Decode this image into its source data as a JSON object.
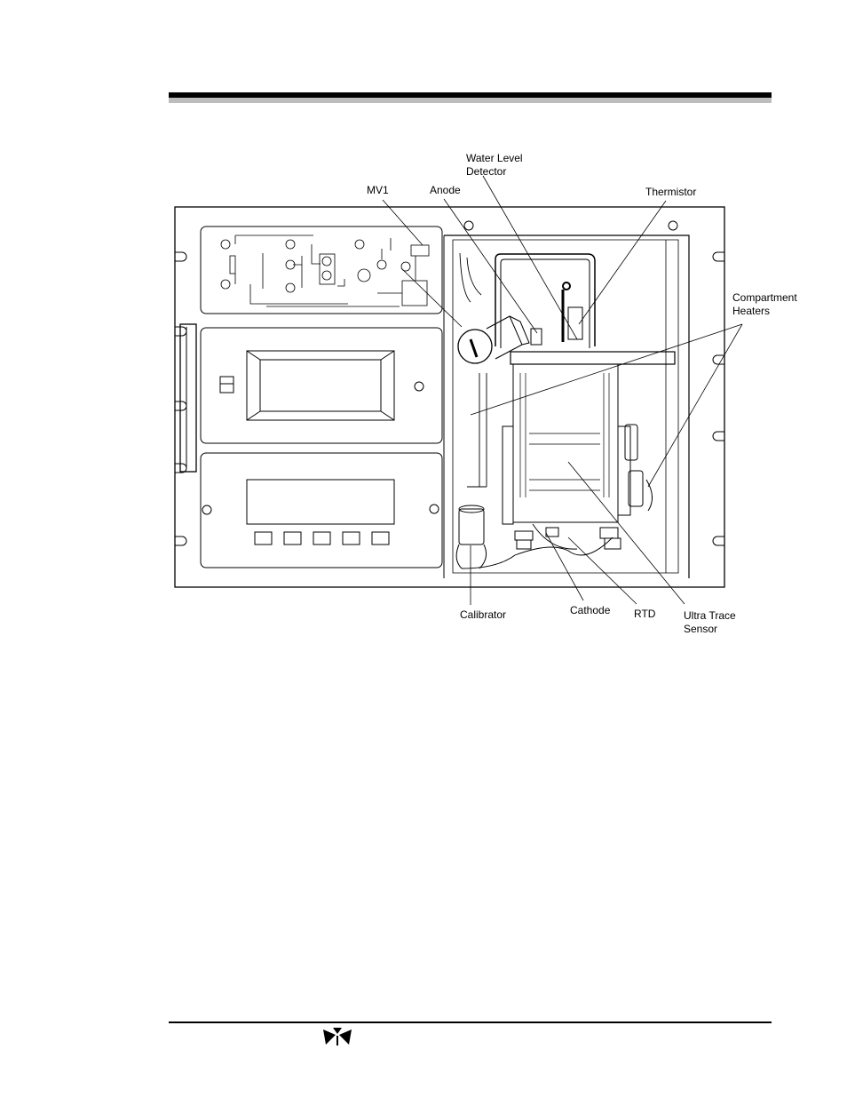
{
  "figure": {
    "labels": {
      "water_level_detector": "Water Level\nDetector",
      "mv1": "MV1",
      "anode": "Anode",
      "thermistor": "Thermistor",
      "compartment_heaters": "Compartment\nHeaters",
      "calibrator": "Calibrator",
      "cathode": "Cathode",
      "rtd": "RTD",
      "ultra_trace_sensor": "Ultra Trace\nSensor"
    }
  },
  "footer": {
    "logo_icon": "teledyne-logo-icon"
  }
}
